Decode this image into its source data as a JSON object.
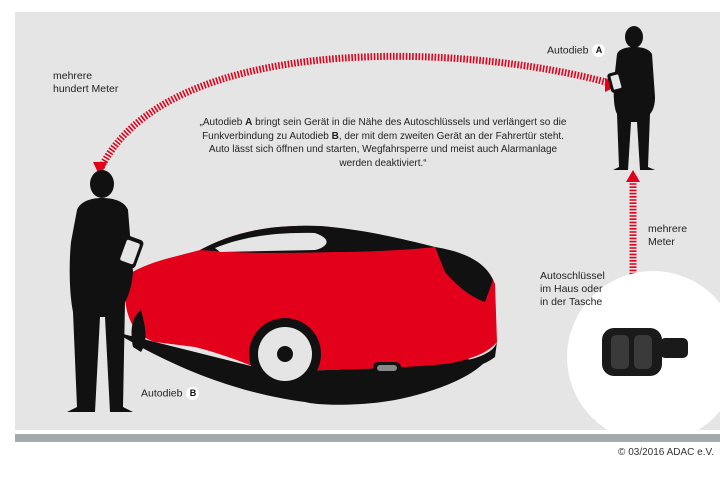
{
  "labels": {
    "distance_top": "mehrere\nhundert Meter",
    "distance_right": "mehrere\nMeter",
    "key_location": "Autoschlüssel\nim Haus oder\nin der Tasche",
    "thief_a_prefix": "Autodieb",
    "thief_a_badge": "A",
    "thief_b_prefix": "Autodieb",
    "thief_b_badge": "B"
  },
  "quote": {
    "part1": "„Autodieb ",
    "bold_a": "A",
    "part2": " bringt sein Gerät in die Nähe des Autoschlüssels und verlängert so die Funkverbindung zu Autodieb ",
    "bold_b": "B",
    "part3": ", der mit dem zweiten Gerät an der Fahrertür steht. Auto lässt sich öffnen und starten, Wegfahrsperre und meist auch Alarmanlage werden deaktiviert.“"
  },
  "copyright": "© 03/2016 ADAC e.V.",
  "colors": {
    "panel": "#e5e5e5",
    "accent": "#e3001b",
    "silhouette": "#111111",
    "bar": "#a7aaad"
  }
}
